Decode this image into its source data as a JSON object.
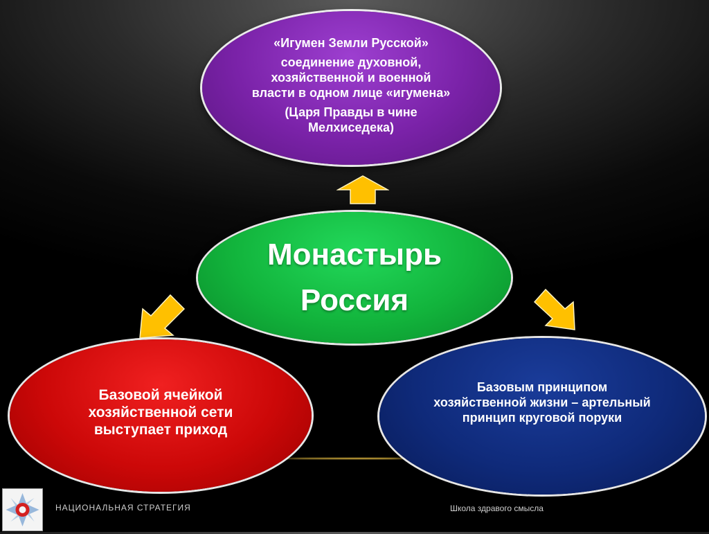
{
  "top_ellipse": {
    "title": "«Игумен Земли Русской»",
    "body_lines": [
      "соединение духовной,",
      "хозяйственной и военной",
      "власти в одном лице «игумена»"
    ],
    "note_lines": [
      "(Царя Правды в чине",
      "Мелхиседека)"
    ]
  },
  "center_ellipse": {
    "line1": "Монастырь",
    "line2": "Россия"
  },
  "left_ellipse": {
    "lines": [
      "Базовой ячейкой",
      "хозяйственной сети",
      "выступает приход"
    ]
  },
  "right_ellipse": {
    "lines": [
      "Базовым принципом",
      "хозяйственной жизни – артельный",
      "принцип круговой поруки"
    ]
  },
  "footer": {
    "left": "НАЦИОНАЛЬНАЯ СТРАТЕГИЯ",
    "right": "Школа здравого смысла"
  },
  "colors": {
    "top": "#7a22a8",
    "center": "#12b43c",
    "left": "#cc0808",
    "right": "#0f2a7a",
    "arrow": "#ffc000"
  }
}
